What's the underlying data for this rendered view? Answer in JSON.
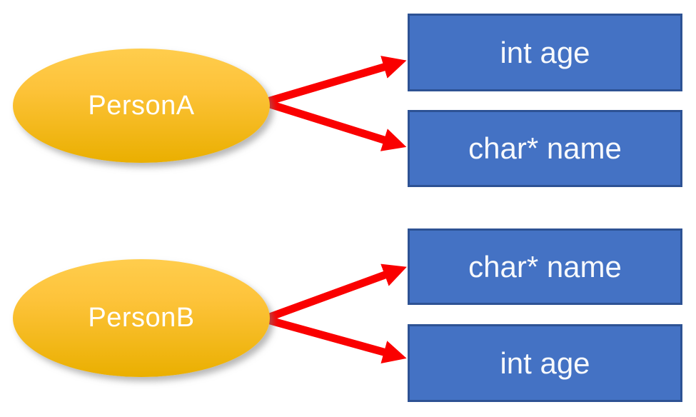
{
  "diagram": {
    "background_color": "#FFFFFF",
    "colors": {
      "ellipse_gradient_top": "#FFCD4D",
      "ellipse_gradient_bottom": "#EAAF00",
      "field_fill": "#4472C4",
      "field_border": "#2D5294",
      "arrow": "#FA0000",
      "label_text": "#FFFFFF"
    },
    "groups": [
      {
        "node_label": "PersonA",
        "fields": [
          {
            "label": "int age"
          },
          {
            "label": "char* name"
          }
        ]
      },
      {
        "node_label": "PersonB",
        "fields": [
          {
            "label": "char* name"
          },
          {
            "label": "int age"
          }
        ]
      }
    ]
  }
}
